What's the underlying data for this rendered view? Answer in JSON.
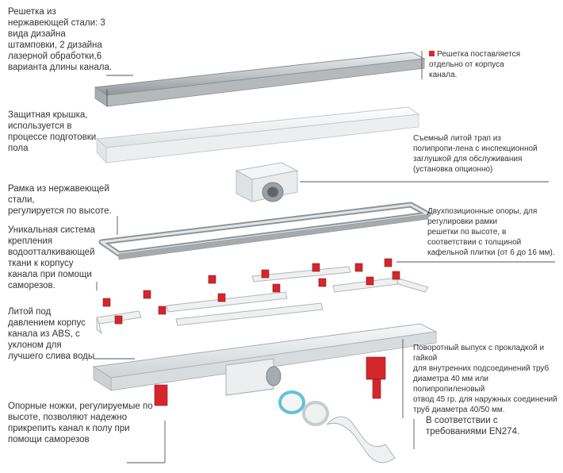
{
  "labels": {
    "grate": "Решетка из\nнержавеющей стали:  3\nвида дизайна\nштамповки, 2 дизайна\nлазерной обработки,6\nварианта длины канала.",
    "grate_note": "Решетка поставляется\nотдельно от корпуса\nканала.",
    "cover": "Защитная крышка,\nиспользуется в\nпроцессе подготовки\nпола",
    "trap": "Съемный литой трап из\nполипропи-лена с инспекционной\nзаглушкой для обслуживания\n(установка опционно)",
    "frame": "Рамка из нержавеющей\nстали,\nрегулируется по высоте.",
    "membrane": "Уникальная система\nкрепления\nводоотталкивающей\nткани к корпусу\nканала при помощи\nсаморезов.",
    "supports": "Двухпозиционные опоры, для\nрегулировки рамки\nрешетки по высоте, в\nсоответствии с толщиной\nкафельной плитки (от 6 до 16 мм).",
    "body": "Литой под\nдавлением корпус\nканала из ABS, с\nуклоном для\nлучшего слива воды",
    "outlet": "Поворотный выпуск с прокладкой и\nгайкой\nдля внутренних подсоединений труб\nдиаметра 40 мм или полипропиленовый\nотвод 45 гр. для наружных соединений\nтруб диаметра 40/50 мм.",
    "legs": "Опорные ножки, регулируемые по\nвысоте, позволяют надежно\nприкрепить канал к полу при\nпомощи саморезов",
    "standard": "В соответствии с\nтребованиями EN274."
  },
  "colors": {
    "steel": "#c9ccce",
    "steel_dark": "#9a9ea1",
    "white_part": "#f2f3f4",
    "plastic": "#e4e6e8",
    "red": "#d4262b",
    "leader": "#555555"
  }
}
